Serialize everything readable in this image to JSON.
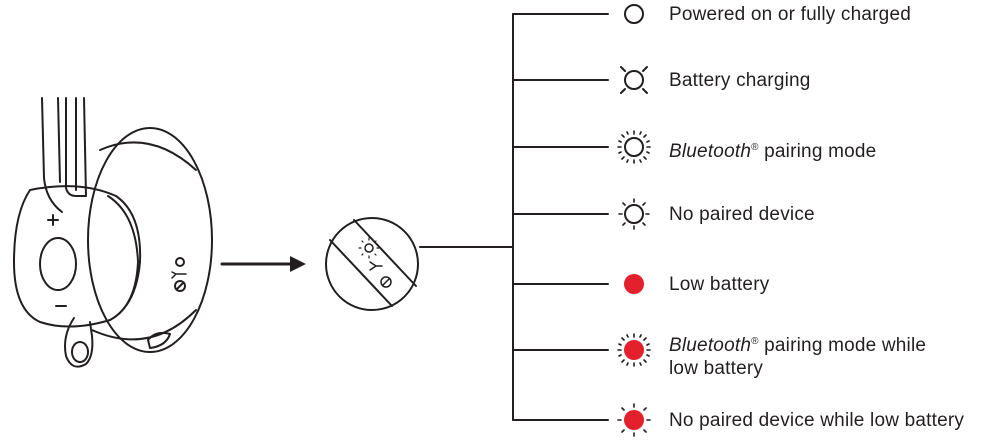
{
  "colors": {
    "line": "#231f20",
    "led_red": "#e3202b",
    "background": "#ffffff"
  },
  "legend": [
    {
      "id": "powered",
      "icon": "led-off-circle-icon",
      "text": "Powered on or fully charged"
    },
    {
      "id": "charging",
      "icon": "led-slow-blink-icon",
      "text": "Battery charging"
    },
    {
      "id": "pairing",
      "icon": "led-fast-blink-icon",
      "italic": "Bluetooth",
      "sup": "®",
      "text": " pairing mode"
    },
    {
      "id": "no-paired",
      "icon": "led-blink-icon",
      "text": "No paired device"
    },
    {
      "id": "low-battery",
      "icon": "red-led-solid-icon",
      "text": "Low battery"
    },
    {
      "id": "pairing-low",
      "icon": "red-led-fast-blink-icon",
      "italic": "Bluetooth",
      "sup": "®",
      "text": " pairing mode while",
      "text2": "low battery"
    },
    {
      "id": "no-paired-low",
      "icon": "red-led-blink-icon",
      "text": "No paired device while low battery"
    }
  ]
}
